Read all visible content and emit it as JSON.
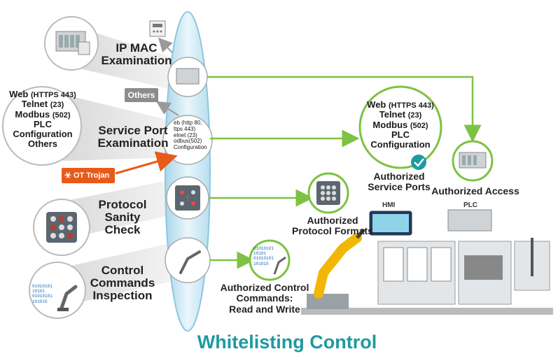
{
  "title": "Whitelisting Control",
  "colors": {
    "accent_green": "#7dc242",
    "title_teal": "#1e9aa0",
    "trojan_orange": "#e85a1a",
    "lens_blue": "#bfe3f2",
    "others_gray": "#8c8c8c"
  },
  "inspections": [
    {
      "label": "IP MAC\nExamination",
      "icon": "server-rack-icon"
    },
    {
      "label": "Service Port\nExamination",
      "icon": "ports-list-icon"
    },
    {
      "label": "Protocol\nSanity\nCheck",
      "icon": "protocol-grid-icon"
    },
    {
      "label": "Control\nCommands\nInspection",
      "icon": "robot-arm-binary-icon"
    }
  ],
  "service_ports_left": {
    "web": "Web",
    "web_port": "(HTTPS 443)",
    "telnet": "Telnet",
    "telnet_port": "(23)",
    "modbus": "Modbus",
    "modbus_port": "(502)",
    "plc": "PLC",
    "configuration": "Configuration",
    "others": "Others"
  },
  "lens_ports": {
    "line1": "eb (http 80,",
    "line2": "ttps 443)",
    "line3": "elnet (23)",
    "line4": "odbus(502)",
    "line5": "Configuration"
  },
  "others_tag": "Others",
  "ot_trojan": "OT Trojan",
  "service_ports_right": {
    "web": "Web",
    "web_port": "(HTTPS 443)",
    "telnet": "Telnet",
    "telnet_port": "(23)",
    "modbus": "Modbus",
    "modbus_port": "(502)",
    "plc": "PLC",
    "configuration": "Configuration"
  },
  "authorized": {
    "service_ports": "Authorized\nService Ports",
    "access": "Authorized Access",
    "protocol_formats": "Authorized\nProtocol Formats",
    "control_commands": "Authorized Control\nCommands:\nRead and Write"
  },
  "binary": [
    "01010101",
    "10101",
    "01010101",
    "101010"
  ],
  "devices": {
    "hmi": "HMI",
    "plc": "PLC"
  }
}
